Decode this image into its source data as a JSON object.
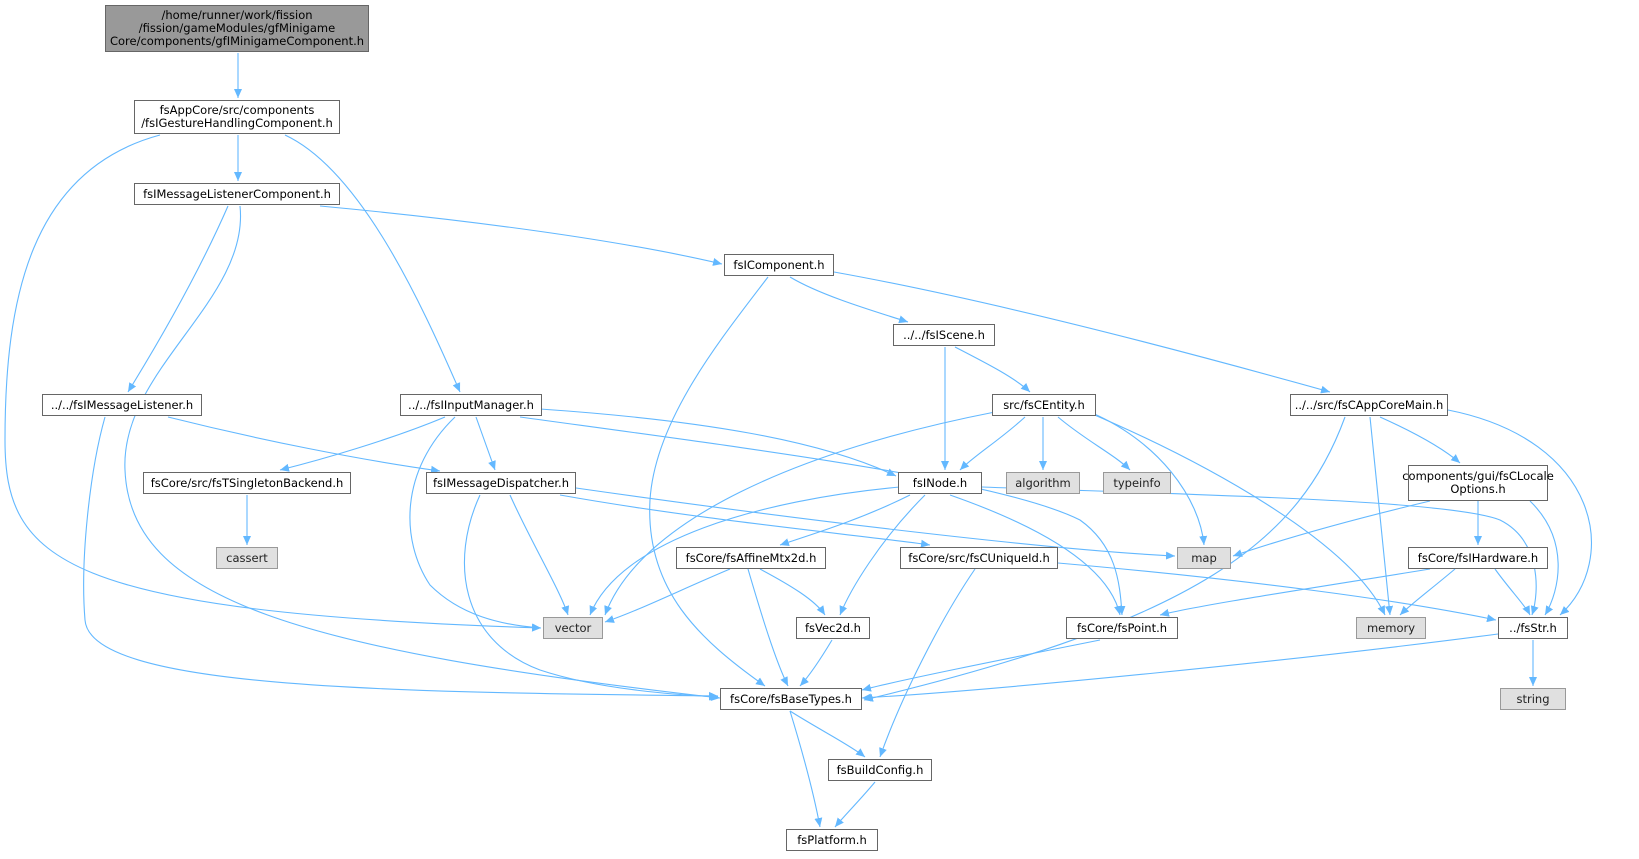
{
  "colors": {
    "edge": "#63b8ff",
    "border": "#666666",
    "root_fill": "#999999",
    "system_fill": "#e0e0e0"
  },
  "nodes": {
    "root": "/home/runner/work/fission\n/fission/gameModules/gfMinigame\nCore/components/gfIMinigameComponent.h",
    "gesture": "fsAppCore/src/components\n/fsIGestureHandlingComponent.h",
    "msglistcomp": "fsIMessageListenerComponent.h",
    "component": "fsIComponent.h",
    "scene": "../../fsIScene.h",
    "msglistener": "../../fsIMessageListener.h",
    "inputmgr": "../../fsIInputManager.h",
    "entity": "src/fsCEntity.h",
    "appcoremain": "../../src/fsCAppCoreMain.h",
    "singleton": "fsCore/src/fsTSingletonBackend.h",
    "dispatcher": "fsIMessageDispatcher.h",
    "inode": "fsINode.h",
    "algorithm": "algorithm",
    "typeinfo": "typeinfo",
    "locale": "components/gui/fsCLocale\nOptions.h",
    "cassert": "cassert",
    "affine": "fsCore/fsAffineMtx2d.h",
    "uniqueid": "fsCore/src/fsCUniqueId.h",
    "map": "map",
    "hardware": "fsCore/fsIHardware.h",
    "vector": "vector",
    "vec2d": "fsVec2d.h",
    "point": "fsCore/fsPoint.h",
    "memory": "memory",
    "str": "../fsStr.h",
    "string": "string",
    "basetypes": "fsCore/fsBaseTypes.h",
    "buildconfig": "fsBuildConfig.h",
    "platform": "fsPlatform.h"
  }
}
